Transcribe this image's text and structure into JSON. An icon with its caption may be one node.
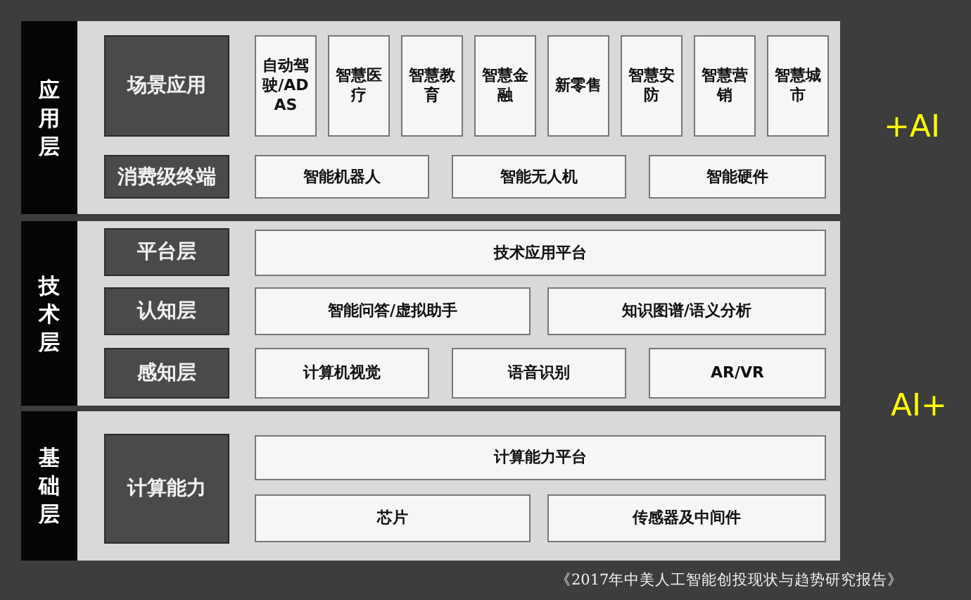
{
  "diagram": {
    "caption": "《2017年中美人工智能创投现状与趋势研究报告》",
    "nodes": [
      {
        "text": [
          "应用层"
        ]
      },
      {
        "text": [
          "场景应用"
        ],
        "in": 0
      },
      {
        "text": [
          "自动驾驶/ADAS"
        ],
        "in": 0
      },
      {
        "text": [
          "智慧医疗"
        ],
        "in": 0
      },
      {
        "text": [
          "智慧教育"
        ],
        "in": 0
      },
      {
        "text": [
          "智慧金融"
        ],
        "in": 0
      },
      {
        "text": [
          "新零售"
        ],
        "in": 0
      },
      {
        "text": [
          "智慧安防"
        ],
        "in": 0
      },
      {
        "text": [
          "智慧营销"
        ],
        "in": 0
      },
      {
        "text": [
          "智慧城市"
        ],
        "in": 0
      },
      {
        "text": [
          "消费级终端"
        ],
        "in": 0
      },
      {
        "text": [
          "智能机器人"
        ],
        "in": 0
      },
      {
        "text": [
          "智能无人机"
        ],
        "in": 0
      },
      {
        "text": [
          "智能硬件"
        ],
        "in": 0
      },
      {
        "text": [
          "技术层"
        ]
      },
      {
        "text": [
          "平台层"
        ],
        "in": 14
      },
      {
        "text": [
          "技术应用平台"
        ],
        "in": 14
      },
      {
        "text": [
          "认知层"
        ],
        "in": 14
      },
      {
        "text": [
          "智能问答/虚拟助手"
        ],
        "in": 14
      },
      {
        "text": [
          "知识图谱/语义分析"
        ],
        "in": 14
      },
      {
        "text": [
          "感知层"
        ],
        "in": 14
      },
      {
        "text": [
          "计算机视觉"
        ],
        "in": 14
      },
      {
        "text": [
          "语音识别"
        ],
        "in": 14
      },
      {
        "text": [
          "AR/VR"
        ],
        "in": 14
      },
      {
        "text": [
          "基础层"
        ]
      },
      {
        "text": [
          "计算能力"
        ],
        "in": 24
      },
      {
        "text": [
          "计算能力平台"
        ],
        "in": 24
      },
      {
        "text": [
          "芯片"
        ],
        "in": 24
      },
      {
        "text": [
          "传感器及中间件"
        ],
        "in": 24
      }
    ],
    "labels": [
      "+AI",
      "AI+"
    ]
  }
}
